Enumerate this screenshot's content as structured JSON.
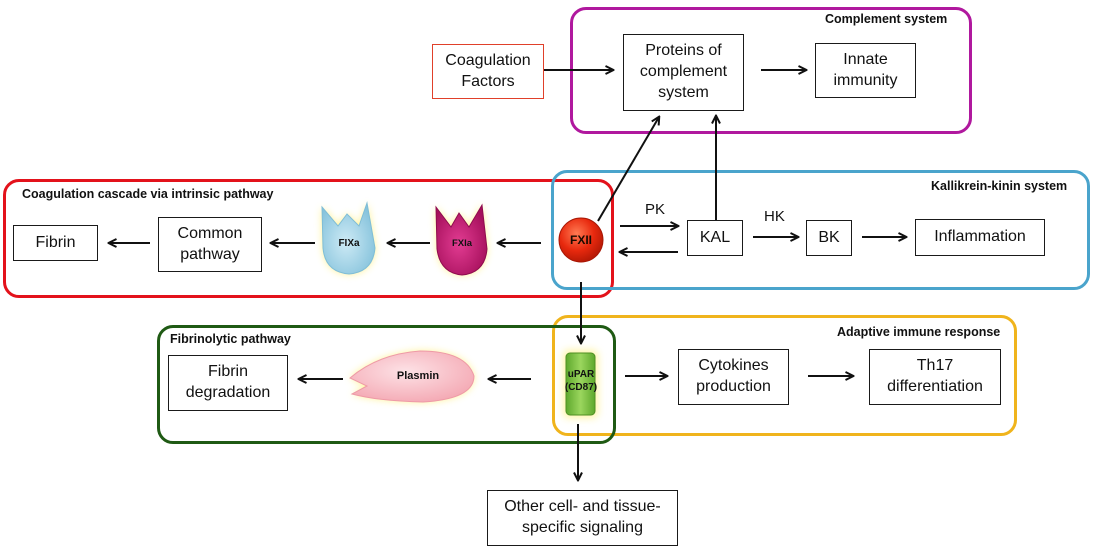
{
  "colors": {
    "complement": "#b0189e",
    "coagulation": "#e3121b",
    "kallikrein": "#4aa4cc",
    "fibrinolytic": "#1f5a14",
    "adaptive": "#f0b41c",
    "factors_border": "#e0402a",
    "fxii": "#e8290e",
    "fixa": "#9fd1e6",
    "fxia": "#c5146e",
    "plasmin": "#f7b6bf",
    "upar": "#7bc540",
    "glow": "#fff080",
    "arrow": "#111111"
  },
  "regions": {
    "complement": "Complement system",
    "coagulation": "Coagulation cascade via intrinsic pathway",
    "kallikrein": "Kallikrein-kinin system",
    "fibrinolytic": "Fibrinolytic pathway",
    "adaptive": "Adaptive immune response"
  },
  "nodes": {
    "coagulation_factors": "Coagulation\nFactors",
    "proteins_complement": "Proteins of\ncomplement\nsystem",
    "innate_immunity": "Innate\nimmunity",
    "fibrin": "Fibrin",
    "common_pathway": "Common\npathway",
    "kal": "KAL",
    "bk": "BK",
    "inflammation": "Inflammation",
    "fibrin_degradation": "Fibrin\ndegradation",
    "cytokines": "Cytokines\nproduction",
    "th17": "Th17\ndifferentiation",
    "other_signaling": "Other cell- and tissue-\nspecific signaling"
  },
  "molecules": {
    "fxii": "FXII",
    "fixa": "FIXa",
    "fxia": "FXIa",
    "plasmin": "Plasmin",
    "upar": "uPAR\n(CD87)"
  },
  "edge_labels": {
    "pk": "PK",
    "hk": "HK"
  }
}
